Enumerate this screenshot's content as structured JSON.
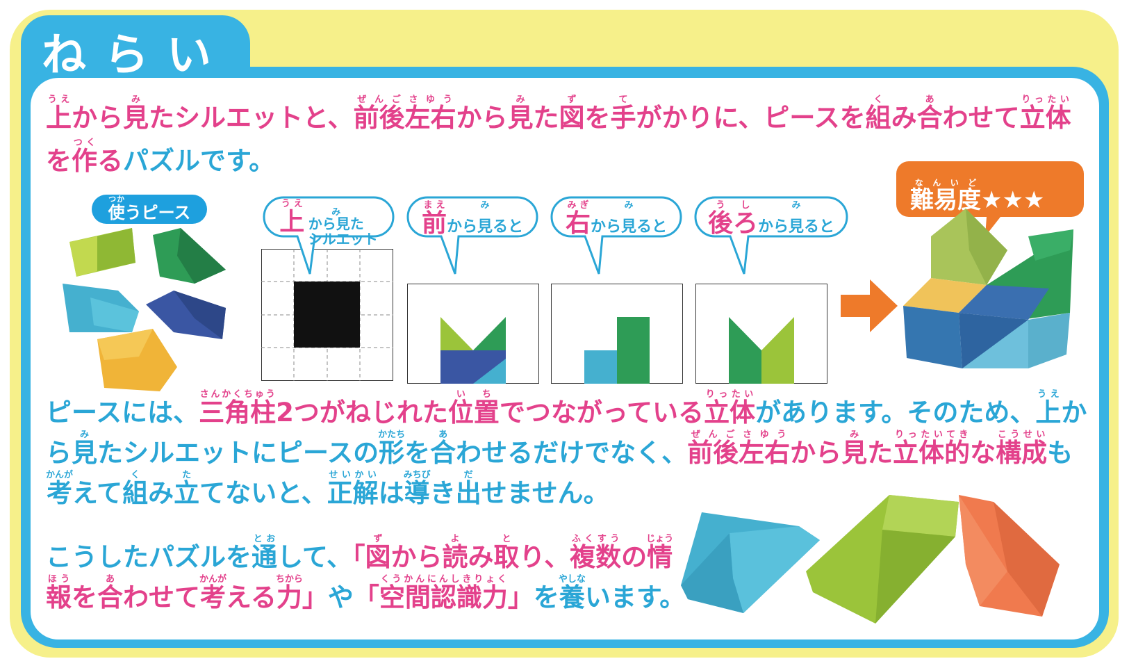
{
  "header": {
    "title": "ねらい"
  },
  "intro": {
    "line1": [
      {
        "t": "上",
        "r": "うえ",
        "c": "pk"
      },
      {
        "t": "から",
        "c": "pk"
      },
      {
        "t": "見",
        "r": "み",
        "c": "pk"
      },
      {
        "t": "たシルエットと、",
        "c": "pk"
      },
      {
        "t": "前後左右",
        "r": "ぜんごさゆう",
        "c": "pk"
      },
      {
        "t": "から",
        "c": "pk"
      },
      {
        "t": "見",
        "r": "み",
        "c": "pk"
      },
      {
        "t": "た",
        "c": "pk"
      },
      {
        "t": "図",
        "r": "ず",
        "c": "pk"
      },
      {
        "t": "を",
        "c": "pk"
      },
      {
        "t": "手",
        "r": "て",
        "c": "pk"
      },
      {
        "t": "がかりに、ピースを",
        "c": "pk"
      },
      {
        "t": "組",
        "r": "く",
        "c": "pk"
      },
      {
        "t": "み",
        "c": "pk"
      },
      {
        "t": "合",
        "r": "あ",
        "c": "pk"
      },
      {
        "t": "わせて",
        "c": "pk"
      },
      {
        "t": "立体",
        "r": "りったい",
        "c": "pk"
      }
    ],
    "line2": [
      {
        "t": "を",
        "c": "pk"
      },
      {
        "t": "作",
        "r": "つく",
        "c": "pk"
      },
      {
        "t": "る",
        "c": "pk"
      },
      {
        "t": "パズルです。",
        "c": "bl"
      }
    ]
  },
  "pieces_label": {
    "base": "使",
    "ruby": "つか",
    "rest": "うピース"
  },
  "views": [
    {
      "big": "上",
      "ruby": "うえ",
      "l1": "から見た",
      "l1r": "み",
      "l2": "シルエット"
    },
    {
      "big": "前",
      "ruby": "まえ",
      "text": "から見ると",
      "textr": "み"
    },
    {
      "big": "右",
      "ruby": "みぎ",
      "text": "から見ると",
      "textr": "み"
    },
    {
      "big": "後ろ",
      "ruby": "うし",
      "text": "から見ると",
      "textr": "み"
    }
  ],
  "difficulty": {
    "base": "難易度",
    "ruby": "なんいど",
    "stars": "★★★"
  },
  "body": {
    "line1": [
      {
        "t": "ピースには、",
        "c": "bl"
      },
      {
        "t": "三角柱",
        "r": "さんかくちゅう",
        "c": "pk"
      },
      {
        "t": "2つがねじれた",
        "c": "pk"
      },
      {
        "t": "位置",
        "r": "いち",
        "c": "pk"
      },
      {
        "t": "でつながっている",
        "c": "pk"
      },
      {
        "t": "立体",
        "r": "りったい",
        "c": "pk"
      },
      {
        "t": "があります。そのため、",
        "c": "bl"
      },
      {
        "t": "上",
        "r": "うえ",
        "c": "bl"
      },
      {
        "t": "か",
        "c": "bl"
      }
    ],
    "line2": [
      {
        "t": "ら",
        "c": "bl"
      },
      {
        "t": "見",
        "r": "み",
        "c": "bl"
      },
      {
        "t": "たシルエットにピースの",
        "c": "bl"
      },
      {
        "t": "形",
        "r": "かたち",
        "c": "bl"
      },
      {
        "t": "を",
        "c": "bl"
      },
      {
        "t": "合",
        "r": "あ",
        "c": "bl"
      },
      {
        "t": "わせるだけでなく、",
        "c": "bl"
      },
      {
        "t": "前後左右",
        "r": "ぜんごさゆう",
        "c": "pk"
      },
      {
        "t": "から",
        "c": "pk"
      },
      {
        "t": "見",
        "r": "み",
        "c": "pk"
      },
      {
        "t": "た",
        "c": "pk"
      },
      {
        "t": "立体的",
        "r": "りったいてき",
        "c": "pk"
      },
      {
        "t": "な",
        "c": "pk"
      },
      {
        "t": "構成",
        "r": "こうせい",
        "c": "pk"
      },
      {
        "t": "も",
        "c": "bl"
      }
    ],
    "line3": [
      {
        "t": "考",
        "r": "かんが",
        "c": "bl"
      },
      {
        "t": "えて",
        "c": "bl"
      },
      {
        "t": "組",
        "r": "く",
        "c": "bl"
      },
      {
        "t": "み",
        "c": "bl"
      },
      {
        "t": "立",
        "r": "た",
        "c": "bl"
      },
      {
        "t": "てないと、",
        "c": "bl"
      },
      {
        "t": "正解",
        "r": "せいかい",
        "c": "bl"
      },
      {
        "t": "は",
        "c": "bl"
      },
      {
        "t": "導",
        "r": "みちび",
        "c": "bl"
      },
      {
        "t": "き",
        "c": "bl"
      },
      {
        "t": "出",
        "r": "だ",
        "c": "bl"
      },
      {
        "t": "せません。",
        "c": "bl"
      }
    ]
  },
  "closing": {
    "line1": [
      {
        "t": "こうしたパズルを",
        "c": "bl"
      },
      {
        "t": "通",
        "r": "とお",
        "c": "bl"
      },
      {
        "t": "して、",
        "c": "bl"
      },
      {
        "t": "「",
        "c": "pk"
      },
      {
        "t": "図",
        "r": "ず",
        "c": "pk"
      },
      {
        "t": "から",
        "c": "pk"
      },
      {
        "t": "読",
        "r": "よ",
        "c": "pk"
      },
      {
        "t": "み",
        "c": "pk"
      },
      {
        "t": "取",
        "r": "と",
        "c": "pk"
      },
      {
        "t": "り、",
        "c": "pk"
      },
      {
        "t": "複数",
        "r": "ふくすう",
        "c": "pk"
      },
      {
        "t": "の",
        "c": "pk"
      },
      {
        "t": "情",
        "r": "じょう",
        "c": "pk"
      }
    ],
    "line2": [
      {
        "t": "報",
        "r": "ほう",
        "c": "pk"
      },
      {
        "t": "を",
        "c": "pk"
      },
      {
        "t": "合",
        "r": "あ",
        "c": "pk"
      },
      {
        "t": "わせて",
        "c": "pk"
      },
      {
        "t": "考",
        "r": "かんが",
        "c": "pk"
      },
      {
        "t": "える",
        "c": "pk"
      },
      {
        "t": "力",
        "r": "ちから",
        "c": "pk"
      },
      {
        "t": "」",
        "c": "pk"
      },
      {
        "t": "や",
        "c": "bl"
      },
      {
        "t": "「",
        "c": "pk"
      },
      {
        "t": "空間認識力",
        "r": "くうかんにんしきりょく",
        "c": "pk"
      },
      {
        "t": "」",
        "c": "pk"
      },
      {
        "t": "を",
        "c": "bl"
      },
      {
        "t": "養",
        "r": "やしな",
        "c": "bl"
      },
      {
        "t": "います。",
        "c": "bl"
      }
    ]
  },
  "colors": {
    "frame": "#38b3e3",
    "outer": "#f6f08a",
    "pink": "#e3418b",
    "blue": "#2aa6d6",
    "orange": "#ee7a2a",
    "yellow_green": "#9bc43a",
    "green": "#2e9c56",
    "navy": "#3a56a3",
    "light_blue": "#45b0cf",
    "gold": "#f0b438",
    "coral": "#f07a4e"
  }
}
